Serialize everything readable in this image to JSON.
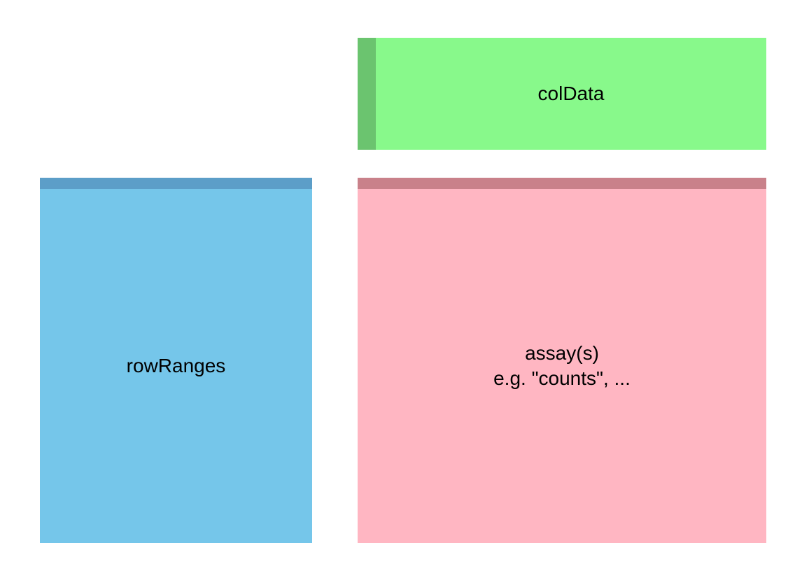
{
  "colors": {
    "coldata_fill": "#88f98b",
    "coldata_stripe": "#6bc46f",
    "rowranges_fill": "#75c6ea",
    "rowranges_stripe": "#5c9ec8",
    "assays_fill": "#ffb6c2",
    "assays_stripe": "#c9818a"
  },
  "coldata": {
    "label": "colData"
  },
  "rowranges": {
    "label": "rowRanges"
  },
  "assays": {
    "line1": "assay(s)",
    "line2": "e.g. \"counts\", ..."
  }
}
